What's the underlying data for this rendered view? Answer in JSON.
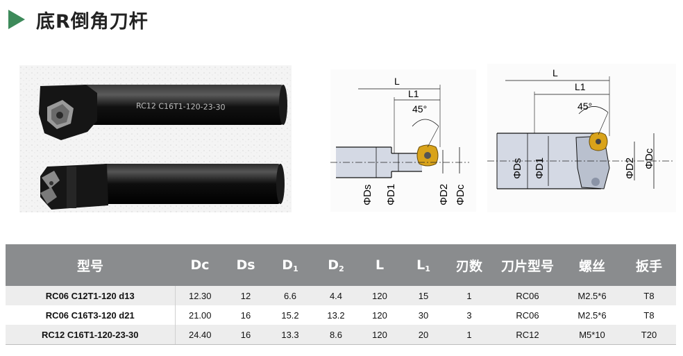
{
  "title": "底R倒角刀杆",
  "photo": {
    "engraving": "RC12 C16T1-120-23-30"
  },
  "drawings": {
    "left": {
      "L": "L",
      "L1": "L1",
      "angle": "45°",
      "Ds": "ΦDs",
      "D1": "ΦD1",
      "D2": "ΦD2",
      "Dc": "ΦDc"
    },
    "right": {
      "L": "L",
      "L1": "L1",
      "angle": "45°",
      "Ds": "ΦDs",
      "D1": "ΦD1",
      "D2": "ΦD2",
      "Dc": "ΦDc"
    }
  },
  "table": {
    "headers": [
      {
        "main": "型号",
        "sub": ""
      },
      {
        "main": "Dc",
        "sub": ""
      },
      {
        "main": "Ds",
        "sub": ""
      },
      {
        "main": "D",
        "sub": "1"
      },
      {
        "main": "D",
        "sub": "2"
      },
      {
        "main": "L",
        "sub": ""
      },
      {
        "main": "L",
        "sub": "1"
      },
      {
        "main": "刃数",
        "sub": ""
      },
      {
        "main": "刀片型号",
        "sub": ""
      },
      {
        "main": "螺丝",
        "sub": ""
      },
      {
        "main": "扳手",
        "sub": ""
      }
    ],
    "rows": [
      [
        "RC06 C12T1-120 d13",
        "12.30",
        "12",
        "6.6",
        "4.4",
        "120",
        "15",
        "1",
        "RC06",
        "M2.5*6",
        "T8"
      ],
      [
        "RC06 C16T3-120 d21",
        "21.00",
        "16",
        "15.2",
        "13.2",
        "120",
        "30",
        "3",
        "RC06",
        "M2.5*6",
        "T8"
      ],
      [
        "RC12 C16T1-120-23-30",
        "24.40",
        "16",
        "13.3",
        "8.6",
        "120",
        "20",
        "1",
        "RC12",
        "M5*10",
        "T20"
      ]
    ]
  },
  "colors": {
    "accent": "#3d8a5a",
    "header_bg": "#8a8c8e",
    "row_alt": "#ededed",
    "insert": "#d9a31a"
  }
}
